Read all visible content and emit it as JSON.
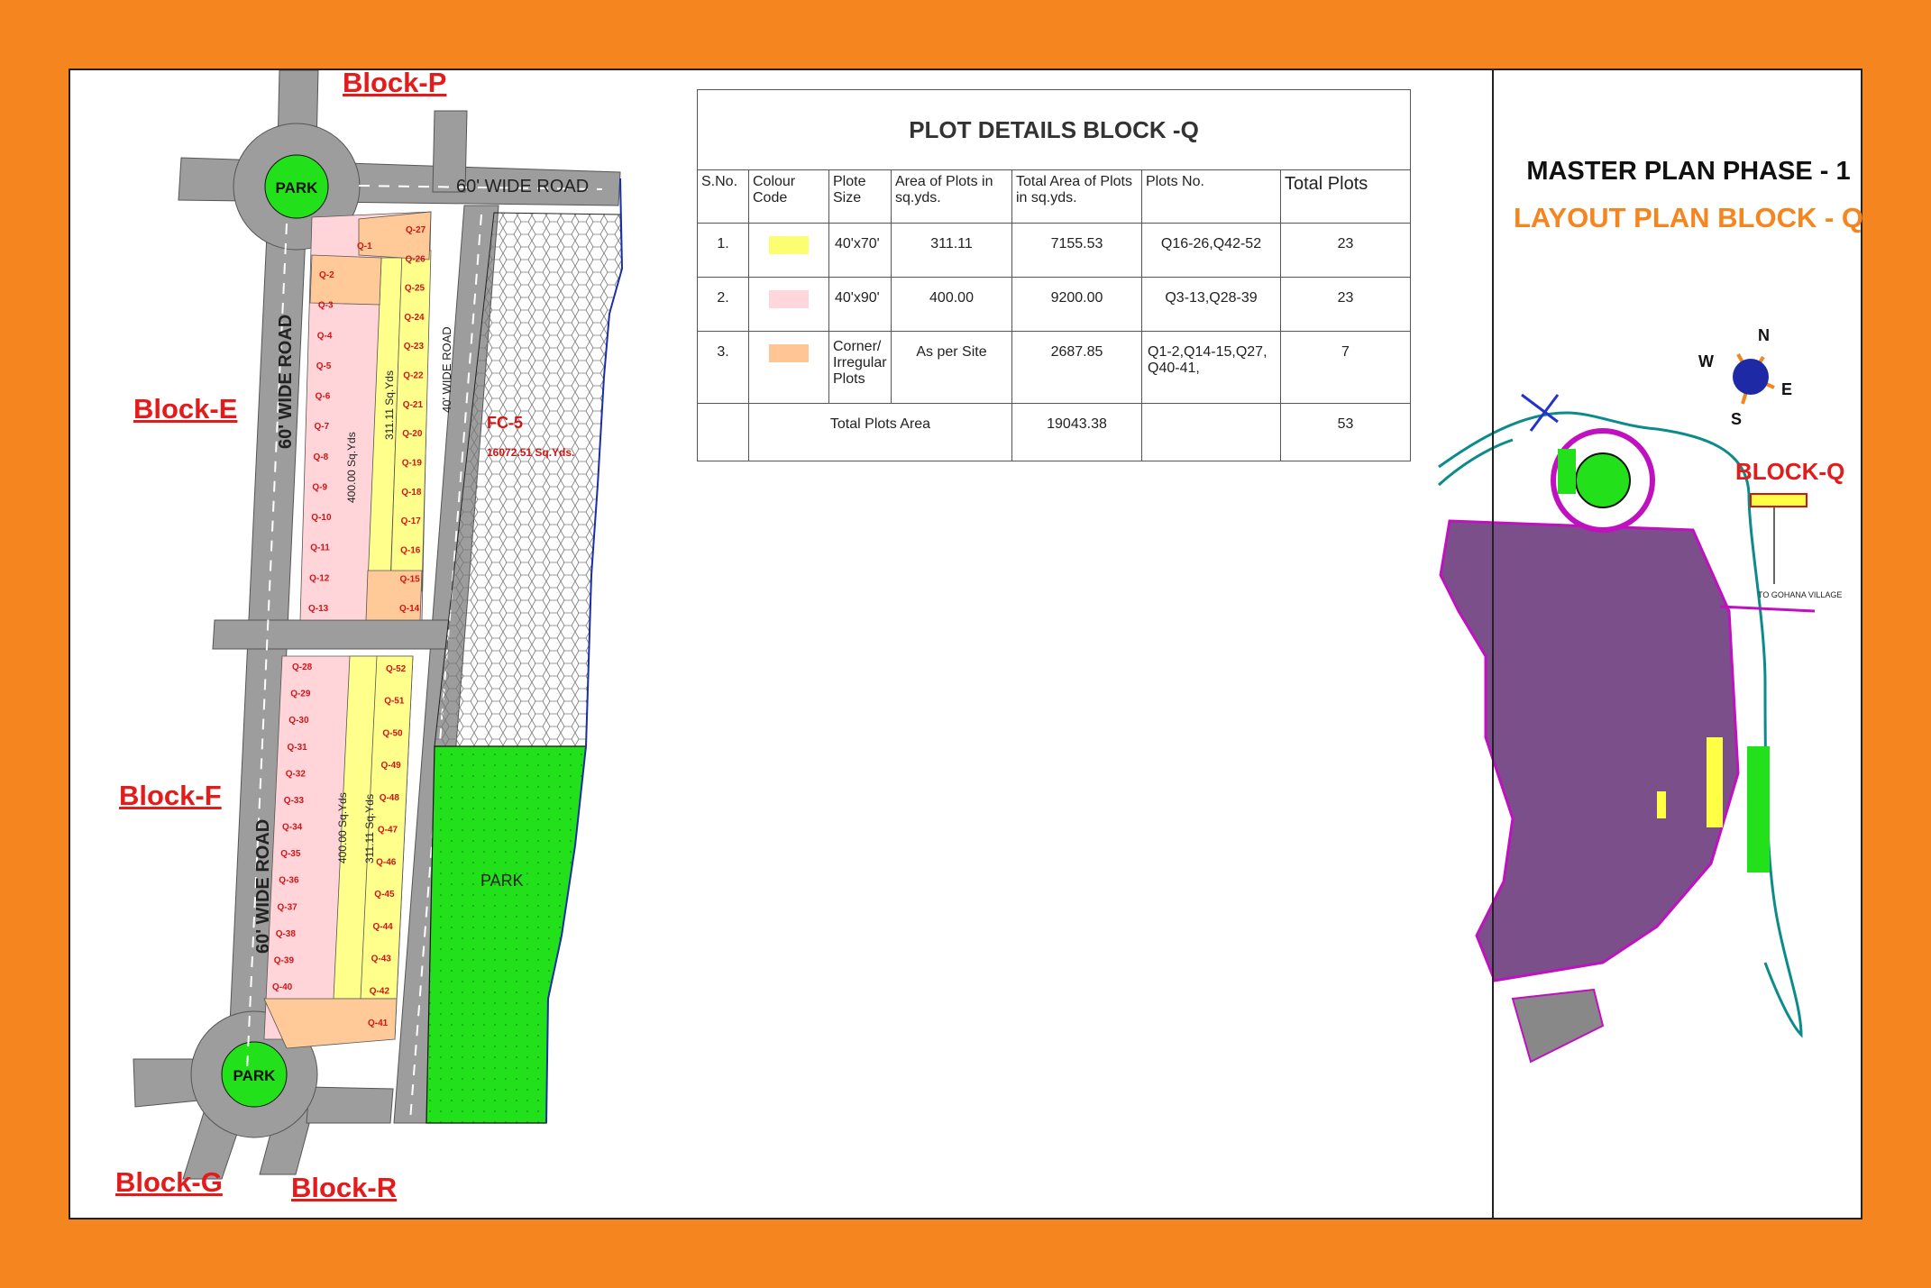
{
  "blocks": {
    "p": "Block-P",
    "e": "Block-E",
    "f": "Block-F",
    "g": "Block-G",
    "r": "Block-R"
  },
  "map": {
    "park": "PARK",
    "road_60_top": "60' WIDE ROAD",
    "road_60_upper": "60' WIDE ROAD",
    "road_60_lower": "60' WIDE ROAD",
    "road_40": "40' WIDE ROAD",
    "fc5": "FC-5",
    "fc5_area": "16072.51 Sq.Yds.",
    "dim_400": "400.00 Sq.Yds",
    "dim_311": "311.11 Sq.Yds",
    "plots_upper_left": [
      "Q-2",
      "Q-3",
      "Q-4",
      "Q-5",
      "Q-6",
      "Q-7",
      "Q-8",
      "Q-9",
      "Q-10",
      "Q-11",
      "Q-12",
      "Q-13"
    ],
    "plots_upper_right": [
      "Q-27",
      "Q-26",
      "Q-25",
      "Q-24",
      "Q-23",
      "Q-22",
      "Q-21",
      "Q-20",
      "Q-19",
      "Q-18",
      "Q-17",
      "Q-16",
      "Q-15",
      "Q-14"
    ],
    "plot_q1": "Q-1",
    "plots_lower_left": [
      "Q-28",
      "Q-29",
      "Q-30",
      "Q-31",
      "Q-32",
      "Q-33",
      "Q-34",
      "Q-35",
      "Q-36",
      "Q-37",
      "Q-38",
      "Q-39",
      "Q-40"
    ],
    "plots_lower_right": [
      "Q-52",
      "Q-51",
      "Q-50",
      "Q-49",
      "Q-48",
      "Q-47",
      "Q-46",
      "Q-45",
      "Q-44",
      "Q-43",
      "Q-42",
      "Q-41"
    ],
    "colors": {
      "road": "#9d9d9d",
      "park": "#22e01a",
      "yellow": "#ffff8c",
      "pink": "#ffd5da",
      "orange": "#ffc998",
      "plot_label": "#d41414"
    }
  },
  "table": {
    "title": "PLOT DETAILS BLOCK -Q",
    "headers": [
      "S.No.",
      "Colour Code",
      "Plote Size",
      "Area of Plots in sq.yds.",
      "Total Area of Plots in sq.yds.",
      "Plots No.",
      "Total Plots"
    ],
    "rows": [
      {
        "sno": "1.",
        "color": "#fdfd72",
        "size": "40'x70'",
        "area": "311.11",
        "total_area": "7155.53",
        "plots": "Q16-26,Q42-52",
        "count": "23"
      },
      {
        "sno": "2.",
        "color": "#ffd6db",
        "size": "40'x90'",
        "area": "400.00",
        "total_area": "9200.00",
        "plots": "Q3-13,Q28-39",
        "count": "23"
      },
      {
        "sno": "3.",
        "color": "#ffc595",
        "size": "Corner/ Irregular Plots",
        "area": "As per Site",
        "total_area": "2687.85",
        "plots": "Q1-2,Q14-15,Q27, Q40-41,",
        "count": "7"
      }
    ],
    "total_label": "Total Plots Area",
    "total_area": "19043.38",
    "total_count": "53"
  },
  "right_panel": {
    "master_title": "MASTER PLAN PHASE - 1",
    "layout_title": "LAYOUT PLAN BLOCK - Q",
    "compass": {
      "n": "N",
      "s": "S",
      "e": "E",
      "w": "W"
    },
    "block_q_label": "BLOCK-Q",
    "village_label": "TO GOHANA VILLAGE"
  }
}
